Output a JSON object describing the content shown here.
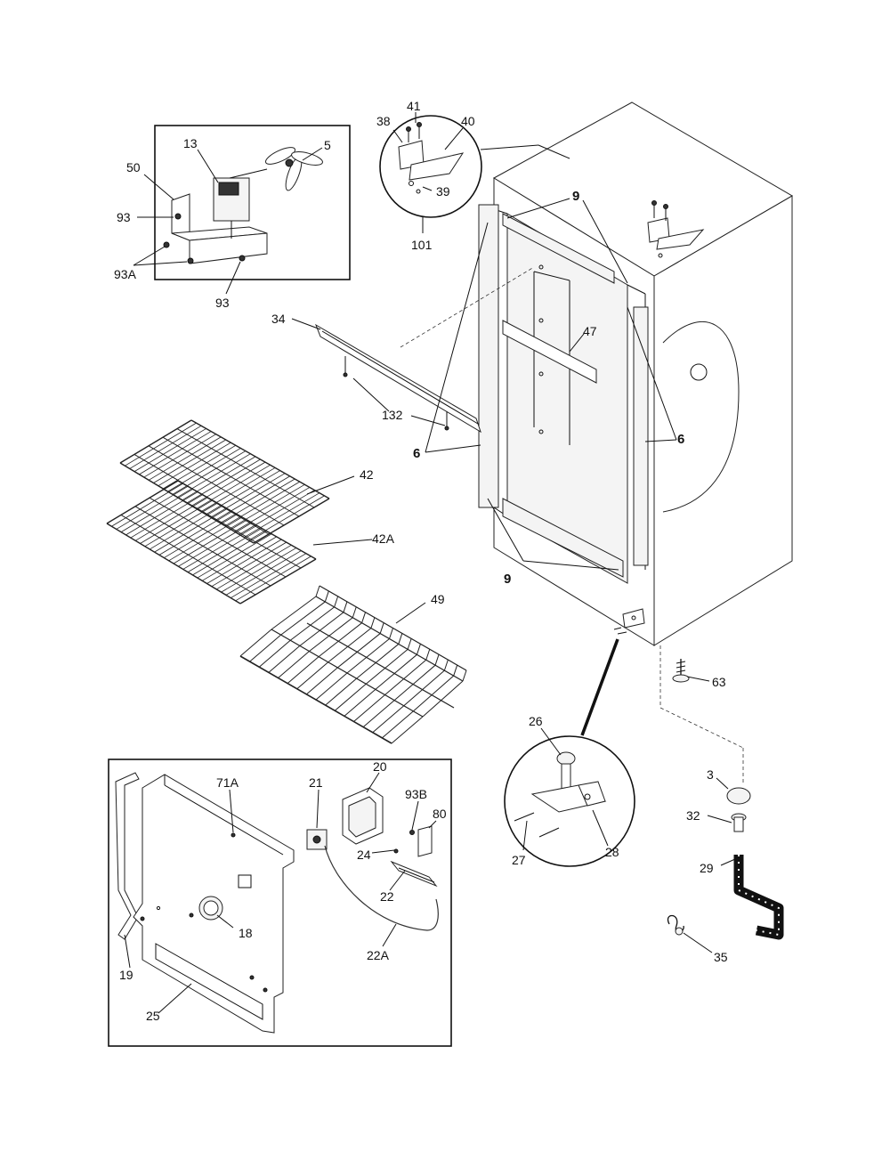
{
  "labels": {
    "l13": "13",
    "l5": "5",
    "l50": "50",
    "l93a": "93",
    "l93A": "93A",
    "l93b": "93",
    "l41": "41",
    "l38": "38",
    "l40": "40",
    "l39": "39",
    "l101": "101",
    "l9a": "9",
    "l9b": "9",
    "l34": "34",
    "l47": "47",
    "l132": "132",
    "l6a": "6",
    "l6b": "6",
    "l42": "42",
    "l42A": "42A",
    "l49": "49",
    "l63": "63",
    "l26": "26",
    "l27": "27",
    "l28": "28",
    "l3": "3",
    "l32": "32",
    "l29": "29",
    "l35": "35",
    "l71A": "71A",
    "l21": "21",
    "l20": "20",
    "l93B": "93B",
    "l80": "80",
    "l24": "24",
    "l22": "22",
    "l22A": "22A",
    "l18": "18",
    "l19": "19",
    "l25": "25"
  }
}
